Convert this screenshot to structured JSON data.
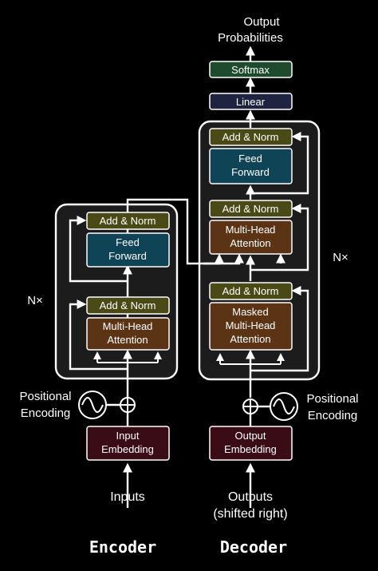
{
  "encoder": {
    "title": "Encoder",
    "add_norm_top": "Add & Norm",
    "feed_forward": [
      "Feed",
      "Forward"
    ],
    "add_norm_bottom": "Add & Norm",
    "attention": [
      "Multi-Head",
      "Attention"
    ],
    "nx": "N×",
    "positional_encoding": [
      "Positional",
      "Encoding"
    ],
    "embedding": [
      "Input",
      "Embedding"
    ],
    "inputs": "Inputs"
  },
  "decoder": {
    "title": "Decoder",
    "output_probabilities": [
      "Output",
      "Probabilities"
    ],
    "softmax": "Softmax",
    "linear": "Linear",
    "add_norm_top": "Add & Norm",
    "feed_forward": [
      "Feed",
      "Forward"
    ],
    "add_norm_mid": "Add & Norm",
    "attention": [
      "Multi-Head",
      "Attention"
    ],
    "add_norm_bottom": "Add & Norm",
    "masked_attention": [
      "Masked",
      "Multi-Head",
      "Attention"
    ],
    "nx": "N×",
    "positional_encoding": [
      "Positional",
      "Encoding"
    ],
    "embedding": [
      "Output",
      "Embedding"
    ],
    "outputs": [
      "Outputs",
      "(shifted right)"
    ]
  },
  "colors": {
    "add_norm_fill": "#4a4a16",
    "add_norm_border": "#c8c86a",
    "feed_forward_fill": "#0f4456",
    "attention_fill": "#5a3414",
    "embedding_fill": "#3a0d16",
    "softmax_fill": "#1e4a2e",
    "linear_fill": "#1e2440",
    "panel_fill": "#1c1c1c"
  }
}
